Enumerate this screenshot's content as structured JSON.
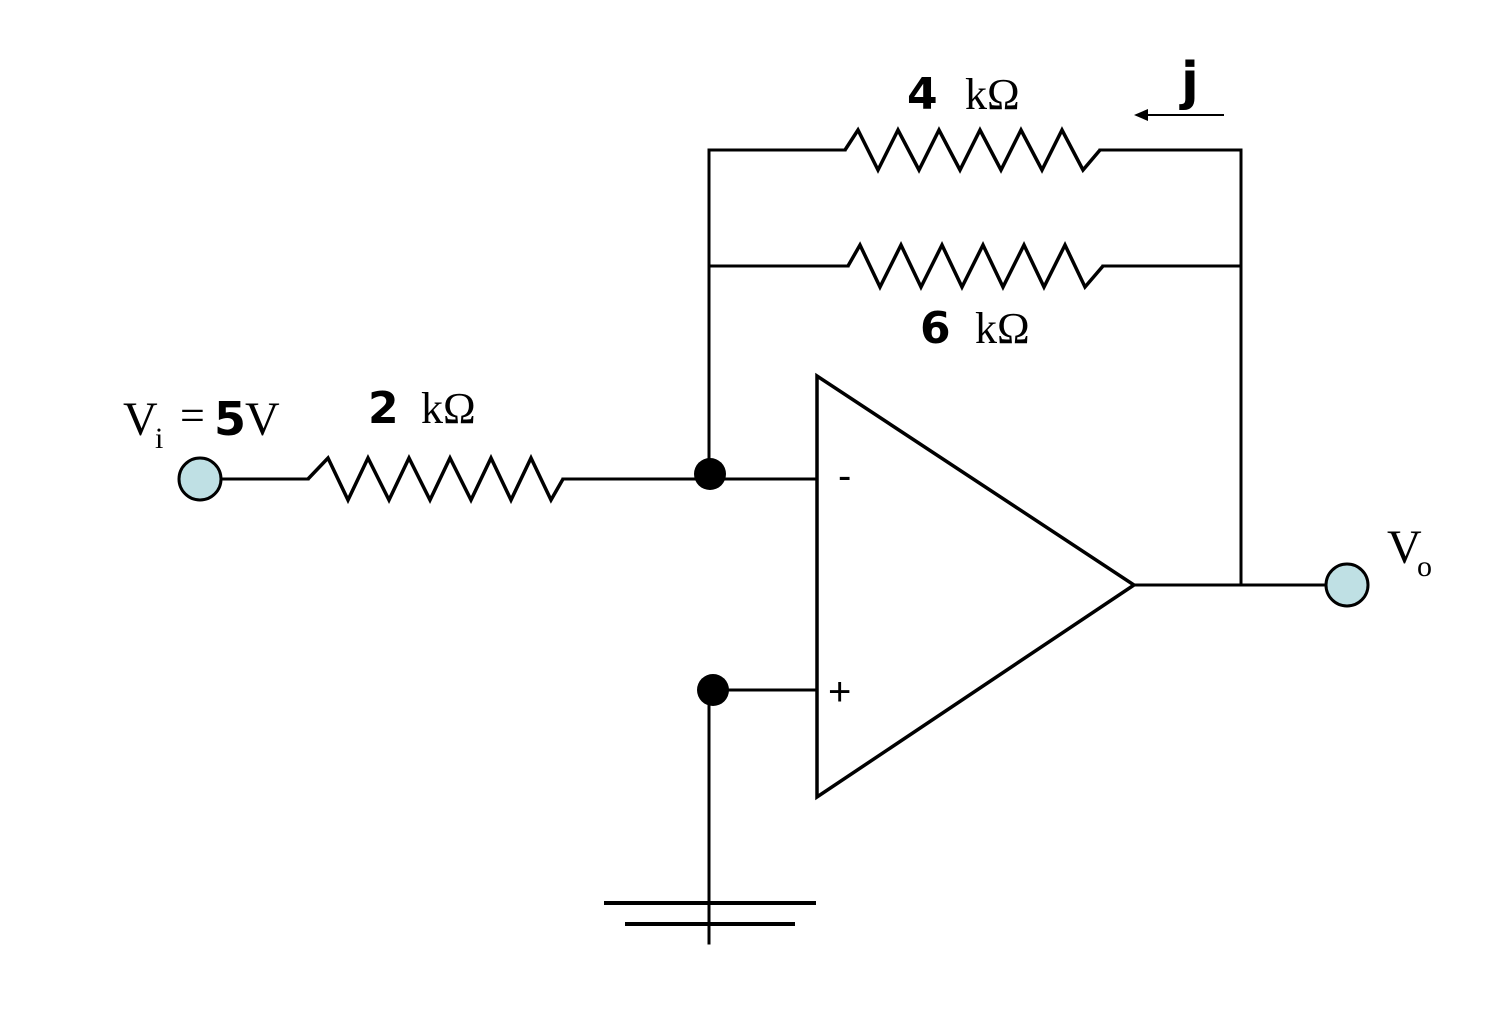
{
  "input": {
    "symbol": "V",
    "subscript": "i",
    "equals": "=",
    "value": "5",
    "unit": "V"
  },
  "output": {
    "symbol": "V",
    "subscript": "o"
  },
  "resistors": {
    "input": {
      "value": "2",
      "unit": "kΩ"
    },
    "feedback_top": {
      "value": "4",
      "unit": "kΩ"
    },
    "feedback_bottom": {
      "value": "6",
      "unit": "kΩ"
    }
  },
  "current": {
    "label": "j"
  },
  "opamp": {
    "inverting_sign": "-",
    "noninverting_sign": "+"
  },
  "colors": {
    "terminal_fill": "#bfe0e4",
    "wire": "#000000"
  }
}
